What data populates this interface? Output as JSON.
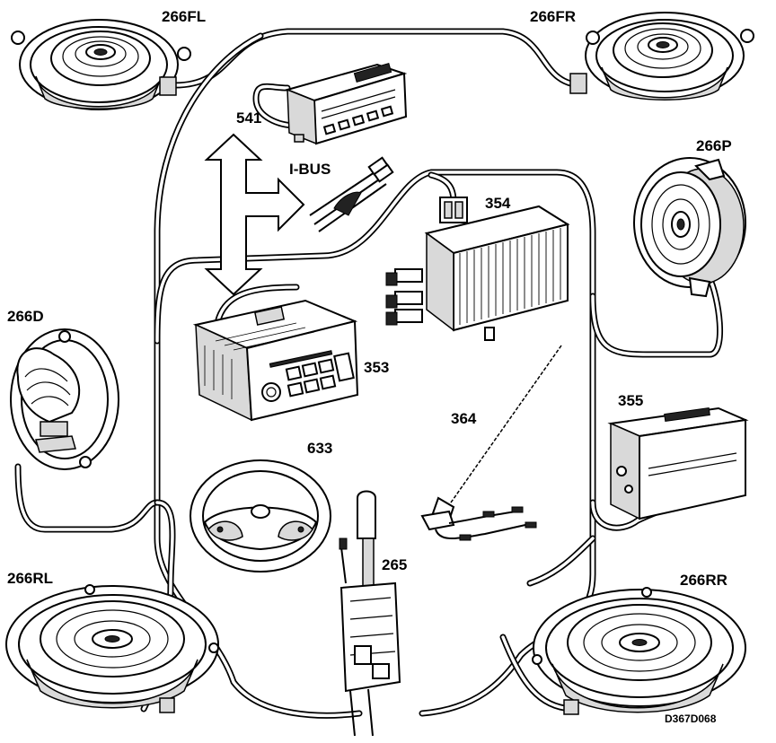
{
  "labels": {
    "speaker_front_left": "266FL",
    "speaker_front_right": "266FR",
    "speaker_p": "266P",
    "speaker_d": "266D",
    "speaker_rear_left": "266RL",
    "speaker_rear_right": "266RR",
    "display_unit": "541",
    "ibus": "I-BUS",
    "amplifier": "354",
    "radio_unit": "353",
    "cd_changer": "355",
    "antenna": "364",
    "steering_wheel": "633",
    "antenna_amp": "265",
    "drawing_code": "D367D068"
  }
}
